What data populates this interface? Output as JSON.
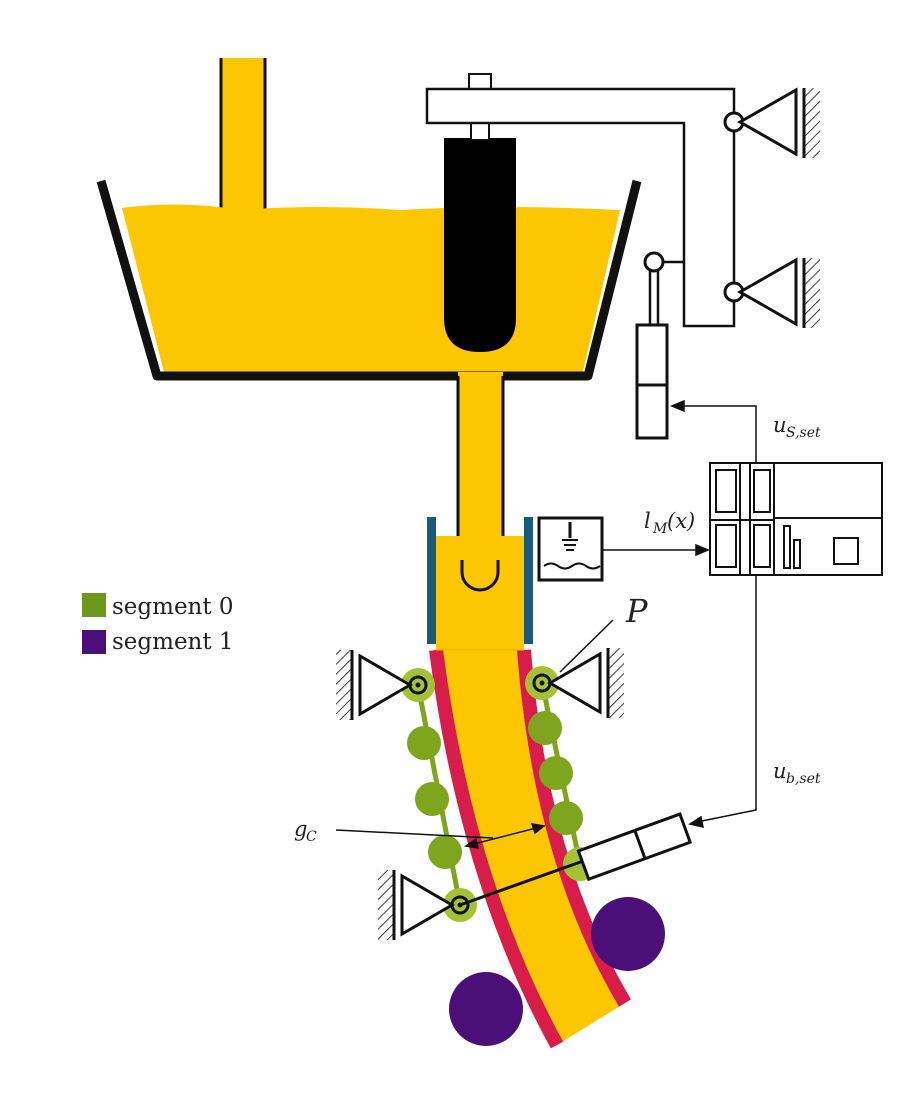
{
  "legend": {
    "items": [
      {
        "label": "segment 0",
        "color": "#6b9a1a"
      },
      {
        "label": "segment 1",
        "color": "#4b0f78"
      }
    ]
  },
  "labels": {
    "us_main": "u",
    "us_sub": "S,set",
    "lm_main": "l",
    "lm_sub": "M",
    "lm_rest": "(x)",
    "ub_main": "u",
    "ub_sub": "b,set",
    "gc_main": "g",
    "gc_sub": "C",
    "p": "P"
  },
  "colors": {
    "steel": "#fcc600",
    "shell": "#d81d4a",
    "mold": "#1a5b7c",
    "roller_seg0": "#7fa51f",
    "roller_seg0_pivot": "#a4c234",
    "roller_seg1": "#4b0f78",
    "outline": "#111111"
  }
}
